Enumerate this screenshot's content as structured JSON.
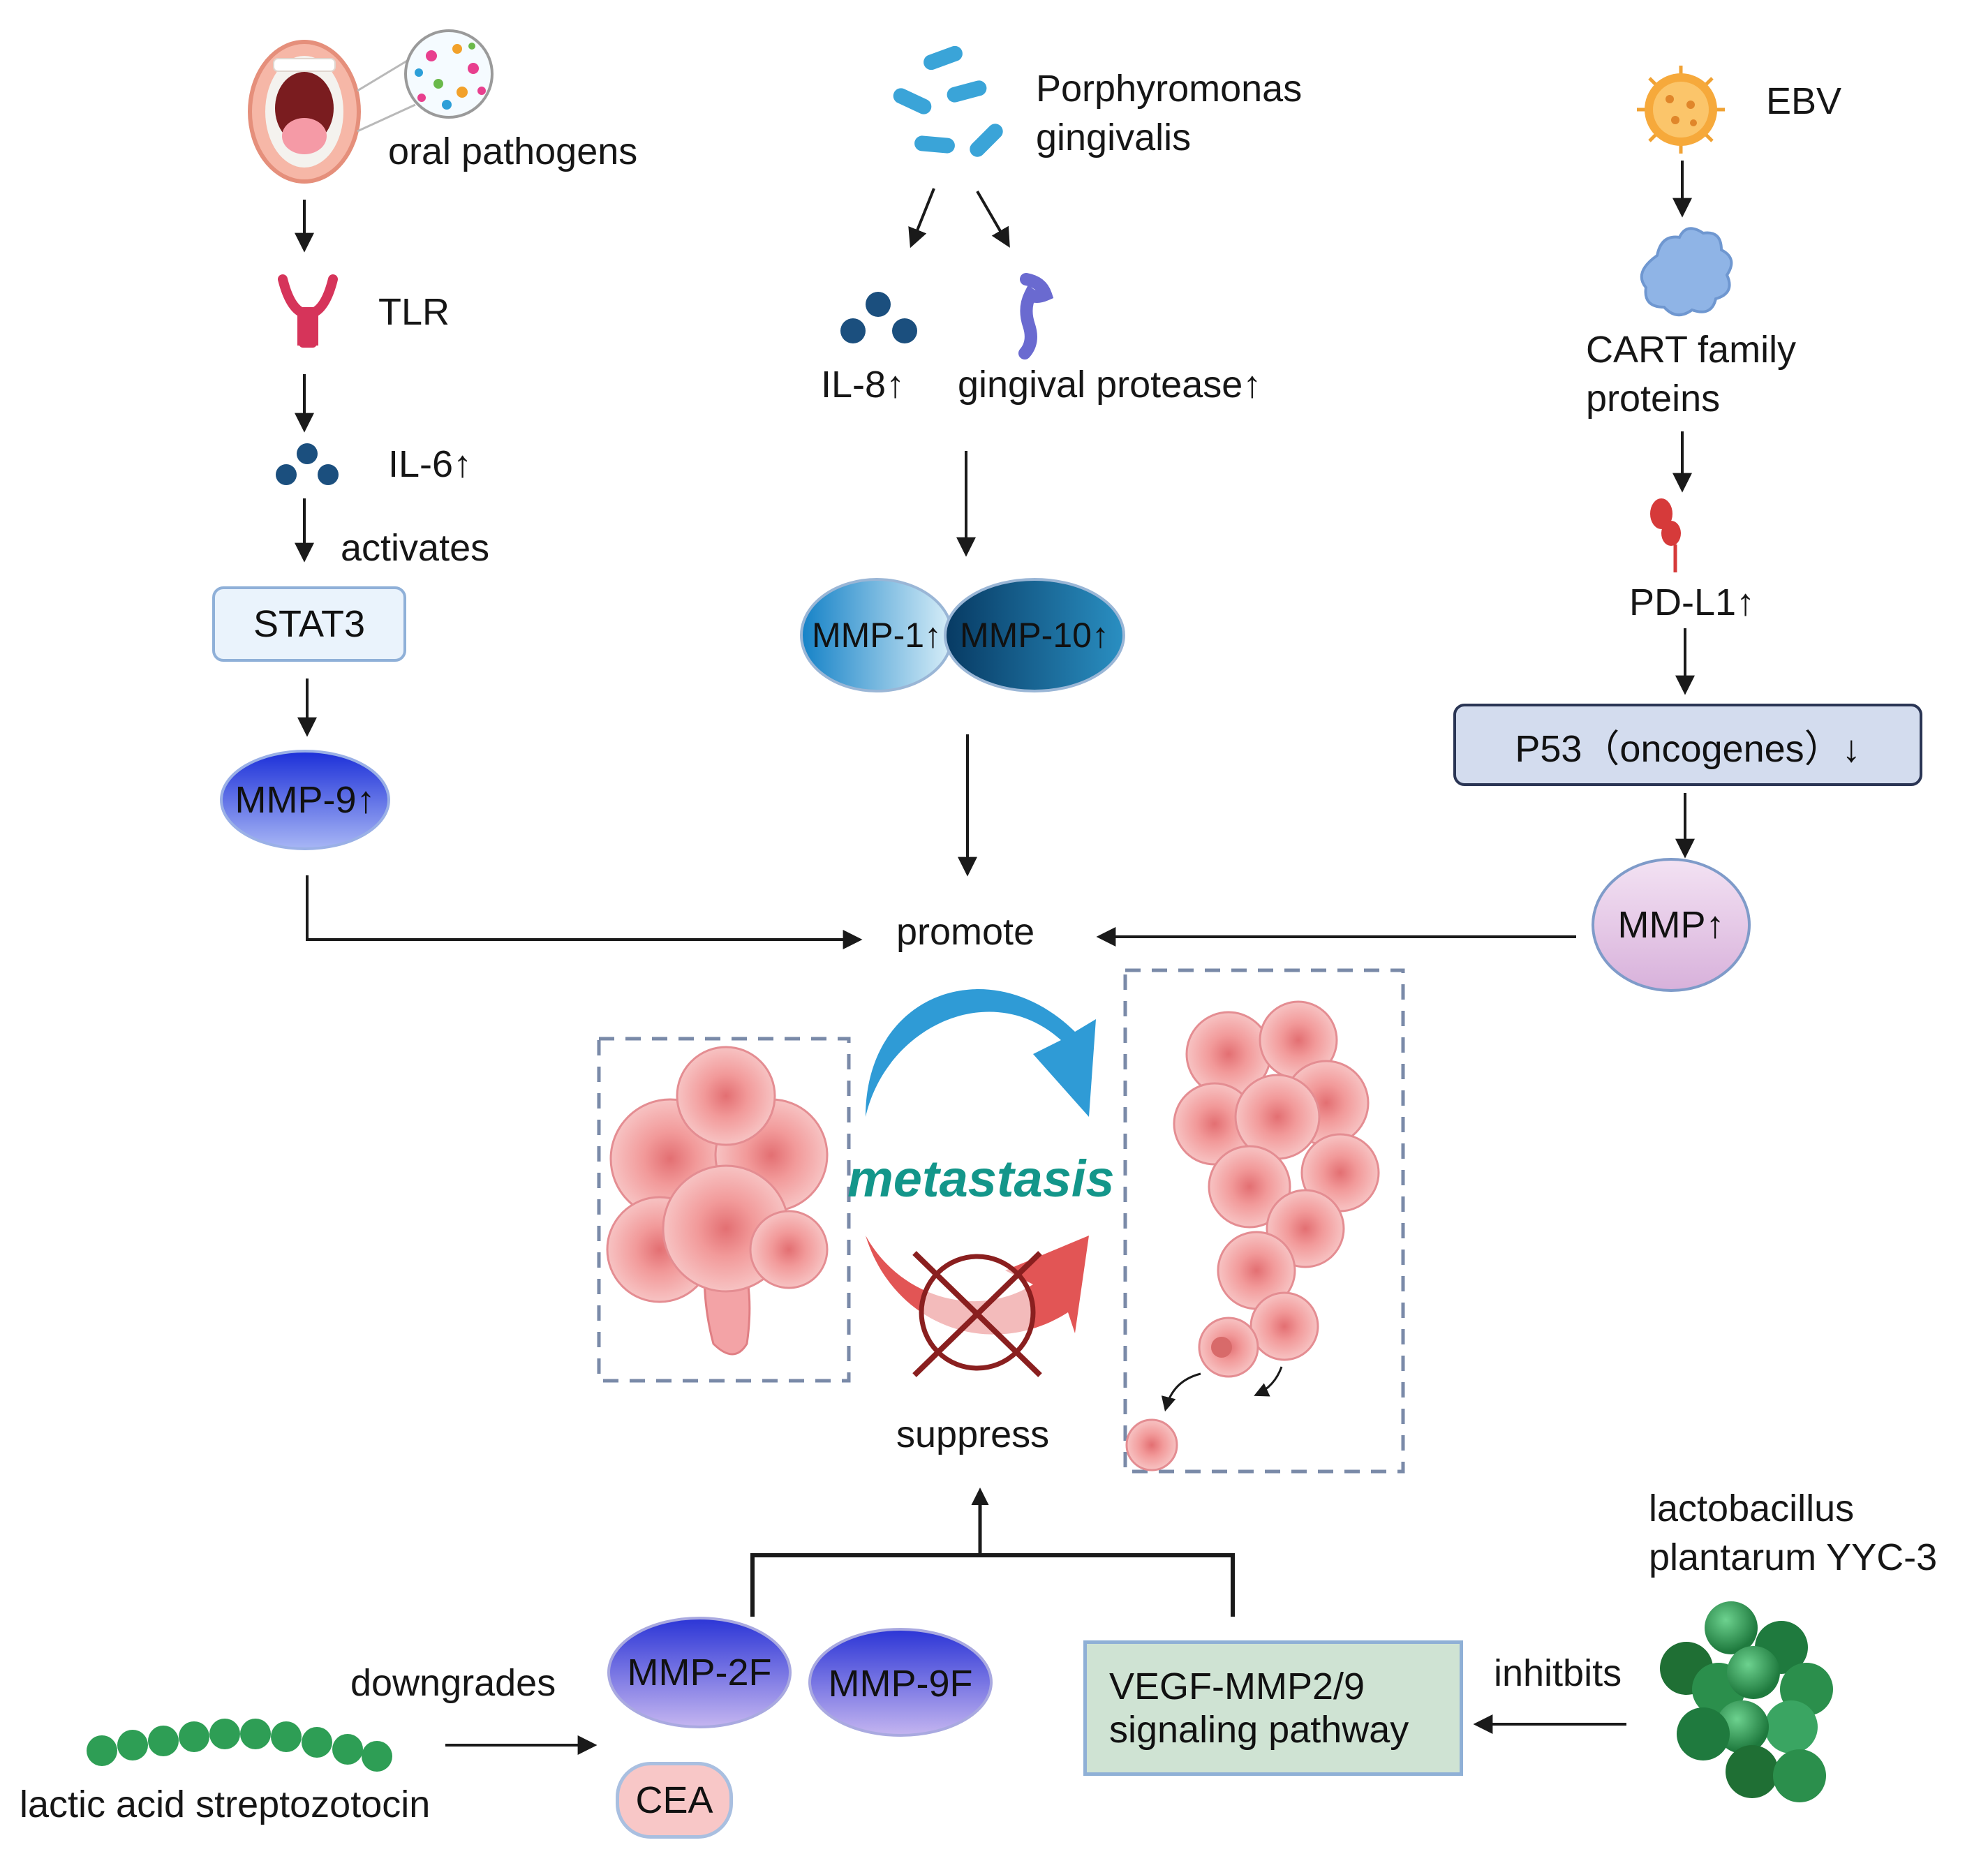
{
  "left_pathway": {
    "oral_pathogens": "oral pathogens",
    "tlr": "TLR",
    "il6": "IL-6↑",
    "activates": "activates",
    "stat3": "STAT3",
    "mmp9": "MMP-9↑"
  },
  "middle_pathway": {
    "pathogen_line1": "Porphyromonas",
    "pathogen_line2": "gingivalis",
    "il8": "IL-8↑",
    "gingival_protease": "gingival protease↑",
    "mmp1": "MMP-1↑",
    "mmp10": "MMP-10↑"
  },
  "right_pathway": {
    "ebv": "EBV",
    "cart_line1": "CART family",
    "cart_line2": "proteins",
    "pdl1": "PD-L1↑",
    "p53": "P53（oncogenes）↓",
    "mmp": "MMP↑"
  },
  "center": {
    "promote": "promote",
    "metastasis": "metastasis",
    "suppress": "suppress"
  },
  "bottom": {
    "downgrades": "downgrades",
    "lactic_acid": "lactic acid streptozotocin",
    "mmp2f": "MMP-2F",
    "mmp9f": "MMP-9F",
    "cea": "CEA",
    "vegf_line1": "VEGF-MMP2/9",
    "vegf_line2": "signaling pathway",
    "inhibits": "inhitbits",
    "lacto_line1": "lactobacillus",
    "lacto_line2": "plantarum YYC-3"
  },
  "colors": {
    "arrow": "#1a1a1a",
    "dashed_box": "#7a8aa8",
    "cell_pink": "#f2a6a6",
    "cell_dark": "#d86a6a",
    "promote_arrow": "#2f9bd6",
    "suppress_arrow": "#e25555",
    "metastasis_text": "#13968a",
    "il_dots": "#1b4f7e",
    "green_bacteria": "#2e9e55"
  },
  "icons": [
    "mouth-icon",
    "pathogen-magnifier-icon",
    "tlr-receptor-icon",
    "il6-dots-icon",
    "bacteria-rods-icon",
    "il8-dots-icon",
    "protease-icon",
    "virus-icon",
    "cart-protein-icon",
    "pdl1-icon",
    "tumor-cluster-icon",
    "metastatic-cluster-icon",
    "prohibit-icon",
    "streptococcus-chain-icon",
    "lactobacillus-cluster-icon"
  ]
}
